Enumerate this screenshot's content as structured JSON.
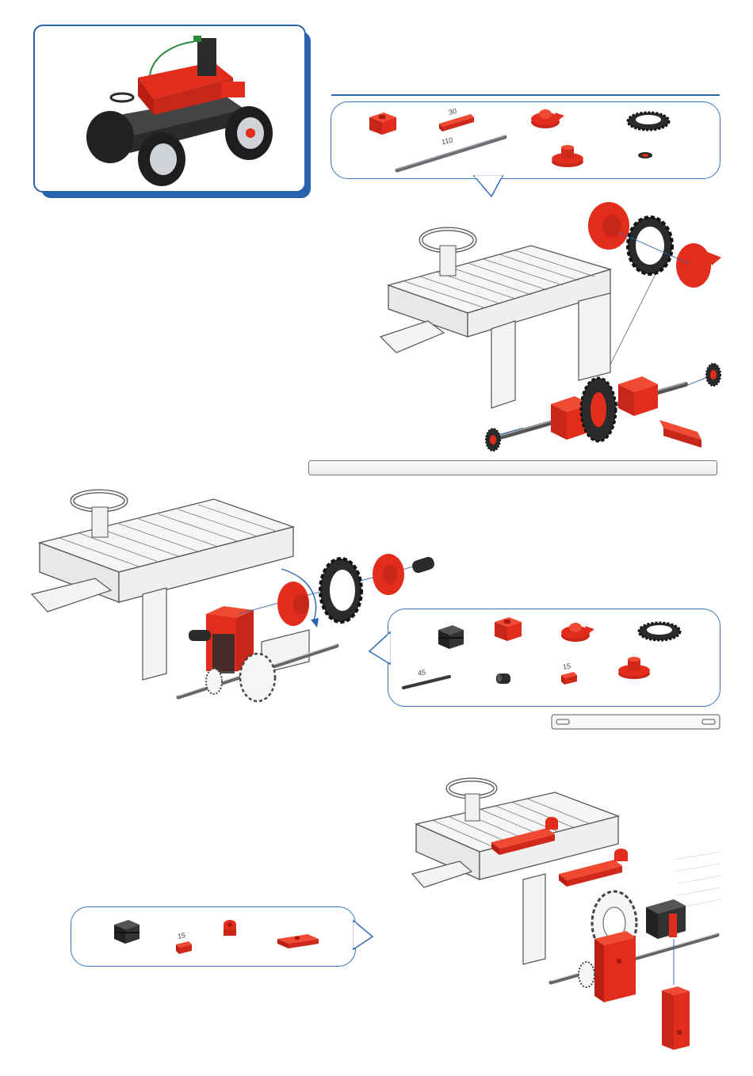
{
  "colors": {
    "accent": "#2a63ad",
    "part_red": "#e22c1c",
    "part_dark": "#2b2b2b",
    "frame_light": "#f3f3f3"
  },
  "step1": {
    "parts": [
      {
        "id": "building-block-15",
        "icon": "red-block"
      },
      {
        "id": "building-block-30",
        "label": "30",
        "icon": "red-bar"
      },
      {
        "id": "axle-110",
        "label": "110",
        "icon": "metal-axle"
      },
      {
        "id": "hub-nut",
        "icon": "red-hub"
      },
      {
        "id": "hub-collet",
        "icon": "red-collet"
      },
      {
        "id": "gear-wheel-z30",
        "icon": "black-gear"
      },
      {
        "id": "washer",
        "icon": "small-washer"
      }
    ]
  },
  "step2": {
    "parts": [
      {
        "id": "black-block",
        "icon": "black-block"
      },
      {
        "id": "red-block",
        "icon": "red-block"
      },
      {
        "id": "hub-nut",
        "icon": "red-hub"
      },
      {
        "id": "gear-wheel",
        "icon": "black-gear"
      },
      {
        "id": "axle-45",
        "label": "45",
        "icon": "dark-axle"
      },
      {
        "id": "spacer-sleeve",
        "icon": "black-sleeve"
      },
      {
        "id": "building-block-15",
        "label": "15",
        "icon": "red-small-bar"
      },
      {
        "id": "hub-collet",
        "icon": "red-collet"
      }
    ]
  },
  "step3": {
    "parts": [
      {
        "id": "black-block",
        "icon": "black-block"
      },
      {
        "id": "building-block-15",
        "label": "15",
        "icon": "red-small-bar"
      },
      {
        "id": "angle-block",
        "icon": "red-angle"
      },
      {
        "id": "flat-plate",
        "icon": "red-plate"
      }
    ]
  }
}
